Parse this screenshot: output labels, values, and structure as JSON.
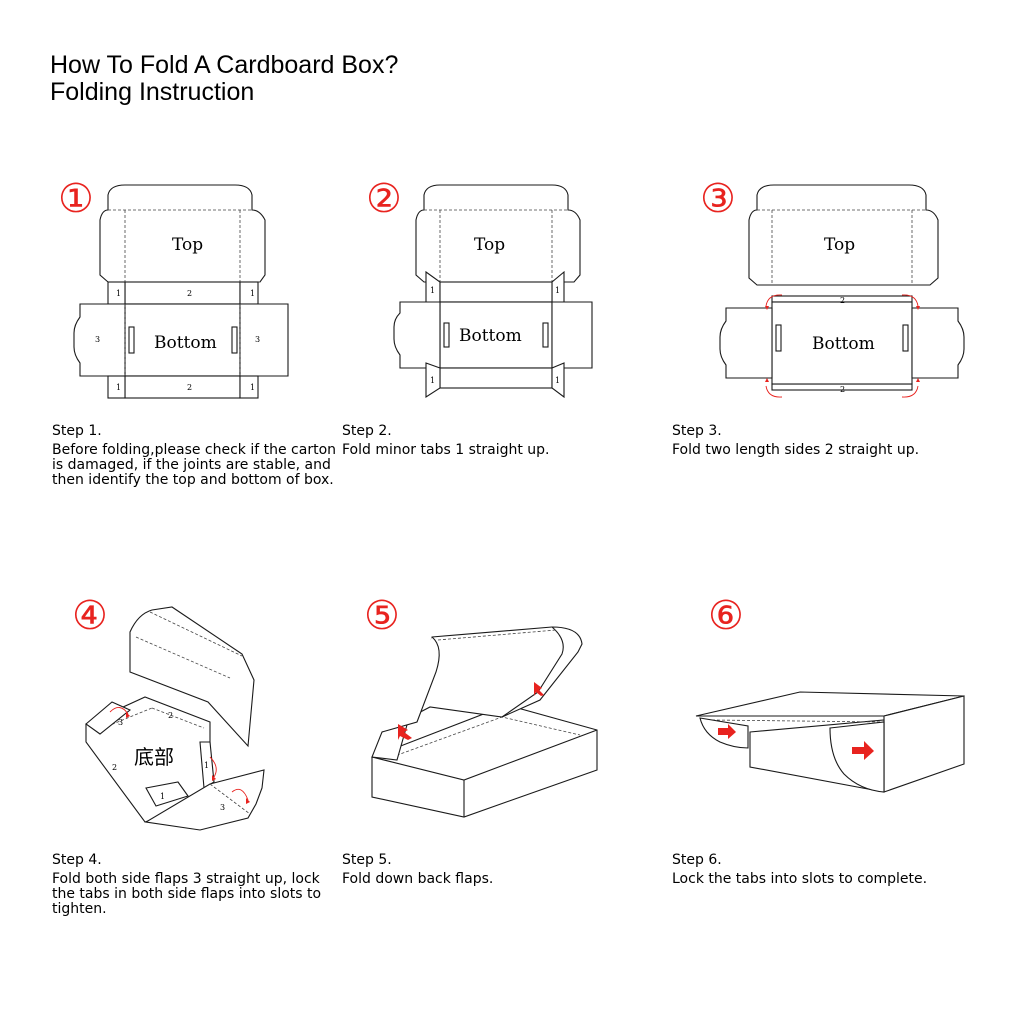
{
  "title": {
    "line1": "How To Fold A Cardboard Box?",
    "line2": "Folding Instruction"
  },
  "colors": {
    "accent": "#e8231f",
    "text": "#000000",
    "background": "#ffffff"
  },
  "panel_labels": {
    "top": "Top",
    "bottom": "Bottom",
    "bottom_cn": "底部",
    "tab1": "1",
    "tab2": "2",
    "tab3": "3"
  },
  "steps": [
    {
      "number": "①",
      "heading": "Step 1.",
      "description": "Before folding,please check if the carton is damaged, if the joints are stable, and then identify the top and bottom of box."
    },
    {
      "number": "②",
      "heading": "Step 2.",
      "description": "Fold minor tabs 1 straight up."
    },
    {
      "number": "③",
      "heading": "Step 3.",
      "description": "Fold two length sides 2 straight up."
    },
    {
      "number": "④",
      "heading": "Step 4.",
      "description": "Fold both side flaps 3 straight up, lock the tabs in both side flaps into slots to tighten."
    },
    {
      "number": "⑤",
      "heading": "Step 5.",
      "description": "Fold down back flaps."
    },
    {
      "number": "⑥",
      "heading": "Step 6.",
      "description": "Lock the tabs into slots to complete."
    }
  ]
}
